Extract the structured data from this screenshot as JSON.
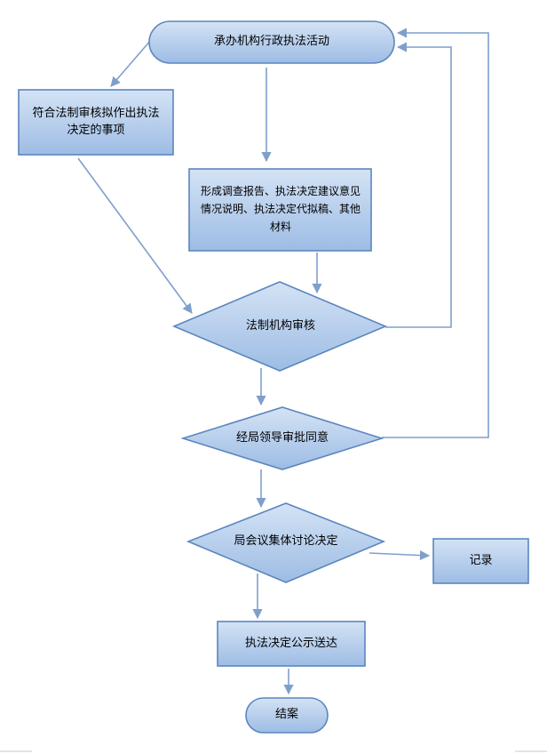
{
  "diagram": {
    "colors": {
      "fill_top": "#d4e3f5",
      "fill_bottom": "#9dbce4",
      "stroke": "#5b86be",
      "arrow": "#7f9fcb",
      "text": "#000000"
    },
    "nodes": {
      "start": {
        "text": "承办机构行政执法活动",
        "shape": "rounded-rect"
      },
      "compliance_review": {
        "text": "符合法制审核拟作出执法决定的事项",
        "shape": "rect"
      },
      "materials": {
        "text": "形成调查报告、执法决定建议意见情况说明、执法决定代拟稿、其他材料",
        "shape": "rect"
      },
      "legal_review": {
        "text": "法制机构审核",
        "shape": "diamond"
      },
      "leader_approval": {
        "text": "经局领导审批同意",
        "shape": "diamond"
      },
      "collective_discussion": {
        "text": "局会议集体讨论决定",
        "shape": "diamond"
      },
      "record": {
        "text": "记录",
        "shape": "rect"
      },
      "publish": {
        "text": "执法决定公示送达",
        "shape": "rect"
      },
      "end": {
        "text": "结案",
        "shape": "rounded-rect"
      }
    },
    "edges": [
      {
        "from": "start",
        "to": "compliance_review"
      },
      {
        "from": "start",
        "to": "materials"
      },
      {
        "from": "compliance_review",
        "to": "legal_review"
      },
      {
        "from": "materials",
        "to": "legal_review"
      },
      {
        "from": "legal_review",
        "to": "start"
      },
      {
        "from": "legal_review",
        "to": "leader_approval"
      },
      {
        "from": "leader_approval",
        "to": "start"
      },
      {
        "from": "leader_approval",
        "to": "collective_discussion"
      },
      {
        "from": "collective_discussion",
        "to": "record"
      },
      {
        "from": "collective_discussion",
        "to": "publish"
      },
      {
        "from": "publish",
        "to": "end"
      }
    ]
  }
}
